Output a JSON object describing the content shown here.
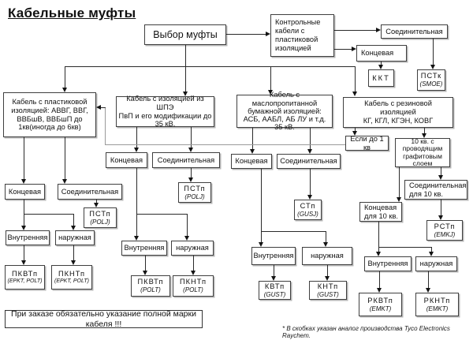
{
  "title": "Кабельные муфты",
  "footer": {
    "order_note": "При заказе обязательно указание полной марки кабеля !!!",
    "analog_note": "* В скобках указан аналог производства Tyco Electronics Raychem."
  },
  "nodes": {
    "vybor": {
      "label": "Выбор муфты"
    },
    "kontrol": {
      "label": "Контрольные\nкабели  с\nпластиковой\nизоляцией"
    },
    "soed_top": {
      "label": "Соединительная"
    },
    "konc_top": {
      "label": "Концевая"
    },
    "kkt": {
      "label": "ККТ"
    },
    "pstk": {
      "label": "ПСТк",
      "analog": "(SMOE)"
    },
    "box1": {
      "label": "Кабель с пластиковой\nизоляцией: АВВГ, ВВГ,\nВВБшВ, ВВБшП до\n1кв(иногда до 6кв)"
    },
    "box2": {
      "label": "Кабель с изоляцией из ШПЭ\nПвП и его модификации до\n35 кВ."
    },
    "box3": {
      "label": "Кабель с маслопропитанной\nбумажной изоляцией:\nАСБ, ААБЛ, АБ ЛУ и т.д.\n35 кВ."
    },
    "box4": {
      "label": "Кабель с резиновой  изоляцией\nКГ, КГЛ, КГЭН, КОВГ"
    },
    "esli": {
      "label": "Если до 1 кв"
    },
    "desyat": {
      "label": "10 кв. с\nпроводящим\nграфитовым\nслоем"
    },
    "konc_l": {
      "label": "Концевая"
    },
    "soed_l": {
      "label": "Соединительная"
    },
    "pstp_l": {
      "label": "ПСТп",
      "analog": "(POLJ)"
    },
    "konc_shpe": {
      "label": "Концевая"
    },
    "soed_shpe": {
      "label": "Соединительная"
    },
    "pstp_shpe": {
      "label": "ПСТп",
      "analog": "(POLJ)"
    },
    "konc_maslo": {
      "label": "Концевая"
    },
    "soed_maslo": {
      "label": "Соединительная"
    },
    "stp": {
      "label": "СТп",
      "analog": "(GUSJ)"
    },
    "konc10": {
      "label": "Концевая\nдля 10 кв."
    },
    "soed10": {
      "label": "Соединительная\nдля 10 кв."
    },
    "rstp": {
      "label": "РСТп",
      "analog": "(EMKJ)"
    },
    "vnutr_l": {
      "label": "Внутренняя"
    },
    "naruzh_l": {
      "label": "наружная"
    },
    "pkvtp_l": {
      "label": "ПКВТп",
      "analog": "(EPKT, POLT)"
    },
    "pkntp_l": {
      "label": "ПКНТп",
      "analog": "(EPKT, POLT)"
    },
    "vnutr_shpe": {
      "label": "Внутренняя"
    },
    "naruzh_shpe": {
      "label": "наружная"
    },
    "pkvtp_shpe": {
      "label": "ПКВТп",
      "analog": "(POLT)"
    },
    "pkntp_shpe": {
      "label": "ПКНТп",
      "analog": "(POLT)"
    },
    "vnutr_maslo": {
      "label": "Внутренняя"
    },
    "naruzh_maslo": {
      "label": "наружная"
    },
    "kvtp": {
      "label": "КВТп",
      "analog": "(GUST)"
    },
    "kntp": {
      "label": "КНТп",
      "analog": "(GUST)"
    },
    "vnutr_rez": {
      "label": "Внутренняя"
    },
    "naruzh_rez": {
      "label": "наружная"
    },
    "rkvtp": {
      "label": "РКВТп",
      "analog": "(EMKT)"
    },
    "rkntp": {
      "label": "РКНТп",
      "analog": "(EMKT)"
    }
  },
  "edges": [
    "vybor->kontrol",
    "vybor->box1",
    "vybor->box2",
    "vybor->box3",
    "vybor->box4",
    "kontrol->soed_top",
    "kontrol->konc_top",
    "konc_top->kkt",
    "soed_top->pstk",
    "box1->konc_l",
    "box1->soed_l",
    "box2->konc_shpe",
    "box2->soed_shpe",
    "box3->konc_maslo",
    "box3->soed_maslo",
    "box4->esli",
    "box4->desyat",
    "esli->box1",
    "desyat->konc10",
    "desyat->soed10",
    "soed10->rstp",
    "konc_l->vnutr_l",
    "konc_l->naruzh_l",
    "soed_l->pstp_l",
    "konc_shpe->vnutr_shpe",
    "konc_shpe->naruzh_shpe",
    "soed_shpe->pstp_shpe",
    "konc_maslo->vnutr_maslo",
    "konc_maslo->naruzh_maslo",
    "soed_maslo->stp",
    "konc10->vnutr_rez",
    "konc10->naruzh_rez",
    "vnutr_l->pkvtp_l",
    "naruzh_l->pkntp_l",
    "vnutr_shpe->pkvtp_shpe",
    "naruzh_shpe->pkntp_shpe",
    "vnutr_maslo->kvtp",
    "naruzh_maslo->kntp",
    "vnutr_rez->rkvtp",
    "naruzh_rez->rkntp"
  ]
}
